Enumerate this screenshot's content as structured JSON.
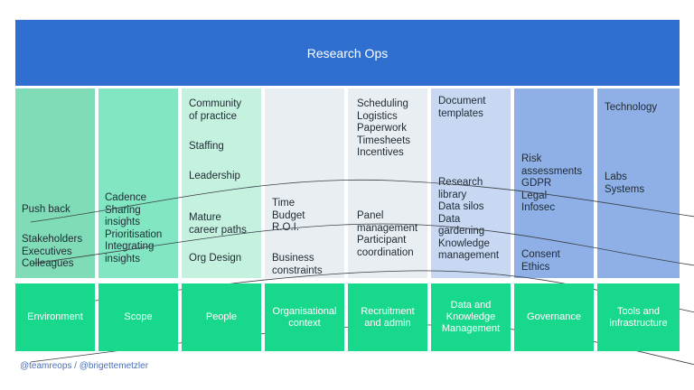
{
  "banner": {
    "title": "Research Ops"
  },
  "columns": [
    {
      "bg": "#7fdcb7",
      "items": [
        "Push back",
        "Stakeholders\nExecutives\nColleagues"
      ]
    },
    {
      "bg": "#82e6c2",
      "items": [
        "Cadence\nSharing\ninsights\nPrioritisation\nIntegrating\ninsights"
      ]
    },
    {
      "bg": "#c5f1df",
      "items": [
        "Community\nof practice",
        "Staffing",
        "Leadership",
        "Mature\ncareer paths",
        "Org Design"
      ]
    },
    {
      "bg": "#e9eef3",
      "items": [
        "Time\nBudget\nR.O.I.",
        "Business\nconstraints"
      ]
    },
    {
      "bg": "#e9eef3",
      "items": [
        "Scheduling\nLogistics\nPaperwork\nTimesheets\nIncentives",
        "Panel\nmanagement\nParticipant\ncoordination"
      ]
    },
    {
      "bg": "#c8d8f3",
      "items": [
        "Document\ntemplates",
        "Research\nlibrary\nData silos\nData\ngardening\nKnowledge\nmanagement"
      ]
    },
    {
      "bg": "#8fb0e6",
      "items": [
        "Risk\nassessments\nGDPR\nLegal\nInfosec",
        "Consent\nEthics"
      ]
    },
    {
      "bg": "#8fb0e6",
      "items": [
        "Technology",
        "Labs\nSystems"
      ]
    }
  ],
  "labels": [
    "Environment",
    "Scope",
    "People",
    "Organisational\ncontext",
    "Recruitment\nand admin",
    "Data and\nKnowledge\nManagement",
    "Governance",
    "Tools and\ninfrastructure"
  ],
  "footer": {
    "credit": "@teamreops / @brigettemetzler"
  }
}
